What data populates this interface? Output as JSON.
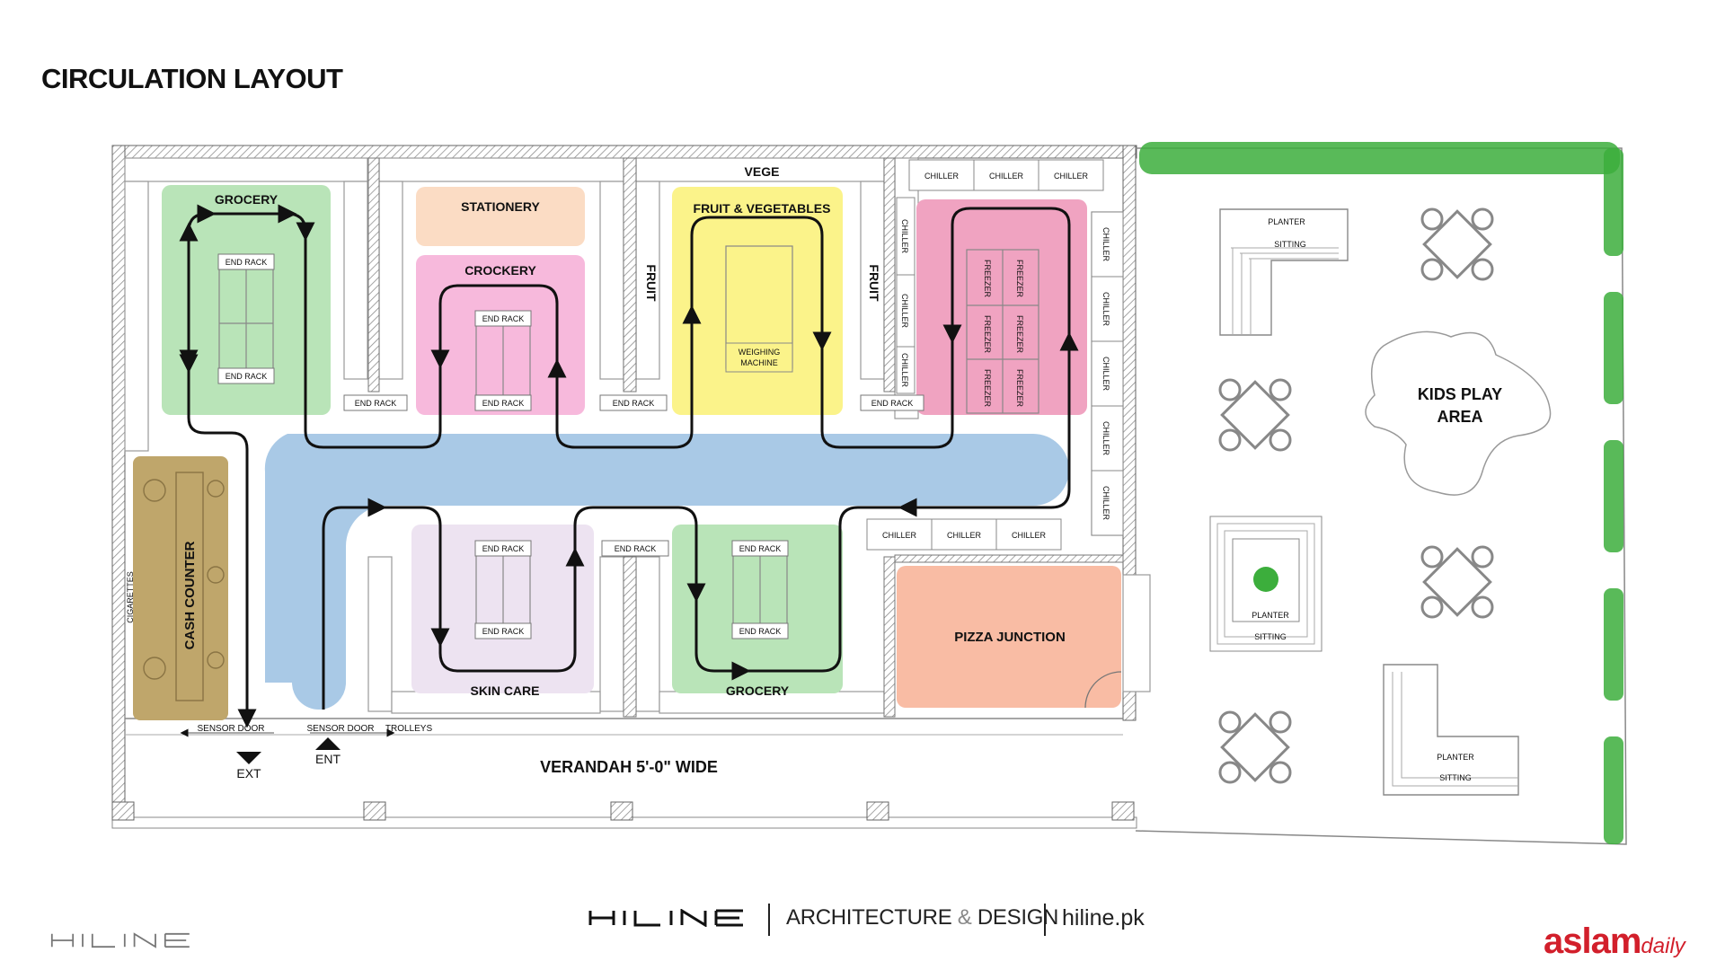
{
  "title": "CIRCULATION LAYOUT",
  "zones": {
    "grocery_top": "GROCERY",
    "stationery": "STATIONERY",
    "crockery": "CROCKERY",
    "vege": "VEGE",
    "fruit_veg": "FRUIT & VEGETABLES",
    "fruit": "FRUIT",
    "skin_care": "SKIN CARE",
    "grocery_bottom": "GROCERY",
    "pizza": "PIZZA JUNCTION",
    "cash_counter": "CASH COUNTER",
    "cigarettes": "CIGARETTES",
    "kids_play_1": "KIDS PLAY",
    "kids_play_2": "AREA",
    "verandah": "VERANDAH 5'-0\" WIDE"
  },
  "fixtures": {
    "end_rack": "END RACK",
    "chiller": "CHILLER",
    "freezer": "FREEZER",
    "weighing_1": "WEIGHING",
    "weighing_2": "MACHINE",
    "planter": "PLANTER",
    "sitting": "SITTING",
    "sensor_door": "SENSOR DOOR",
    "trolleys": "TROLLEYS",
    "exit": "EXT",
    "entry": "ENT"
  },
  "colors": {
    "grocery": "#b9e4b8",
    "stationery": "#fbdcc4",
    "crockery": "#f7b9dc",
    "fruit_veg": "#fbf38a",
    "freezer_zone": "#f0a3c1",
    "skin_care": "#ede3f1",
    "pizza": "#f9bca4",
    "cash_counter": "#bfa66b",
    "walkway": "#a9c9e6",
    "hedge": "#3cae3c"
  },
  "footer": {
    "arch_text": "ARCHITECTURE",
    "amp": "&",
    "design": "DESIGN",
    "url": "hiline.pk",
    "brand_main": "aslam",
    "brand_sub": "daily"
  }
}
